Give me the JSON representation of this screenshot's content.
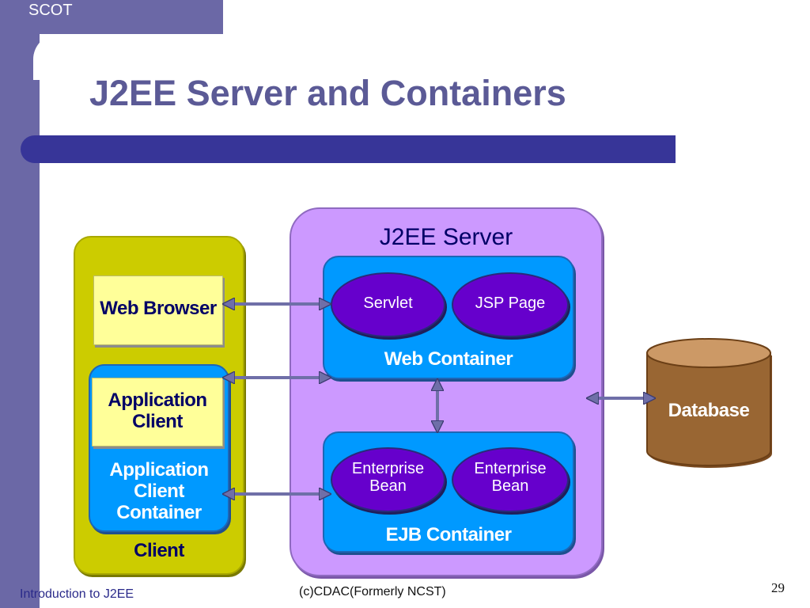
{
  "slide": {
    "brand": "SCOT",
    "title": "J2EE Server and Containers",
    "footer_left": "Introduction to J2EE",
    "footer_center": "(c)CDAC(Formerly NCST)",
    "page_number": "29"
  },
  "diagram": {
    "server_title": "J2EE Server",
    "web_container": {
      "label": "Web Container",
      "components": [
        "Servlet",
        "JSP Page"
      ]
    },
    "ejb_container": {
      "label": "EJB Container",
      "components": [
        {
          "line1": "Enterprise",
          "line2": "Bean"
        },
        {
          "line1": "Enterprise",
          "line2": "Bean"
        }
      ]
    },
    "client": {
      "label": "Client",
      "web_browser": "Web Browser",
      "application_client": {
        "line1": "Application",
        "line2": "Client"
      },
      "application_client_container": {
        "line1": "Application",
        "line2": "Client",
        "line3": "Container"
      }
    },
    "database": "Database",
    "colors": {
      "client_panel": "#cccc00",
      "server_panel": "#cc99ff",
      "container": "#0099ff",
      "component": "#6600cc",
      "client_box": "#ffff99",
      "database": "#996633",
      "title": "#5b5a96",
      "rule": "#373598"
    }
  }
}
